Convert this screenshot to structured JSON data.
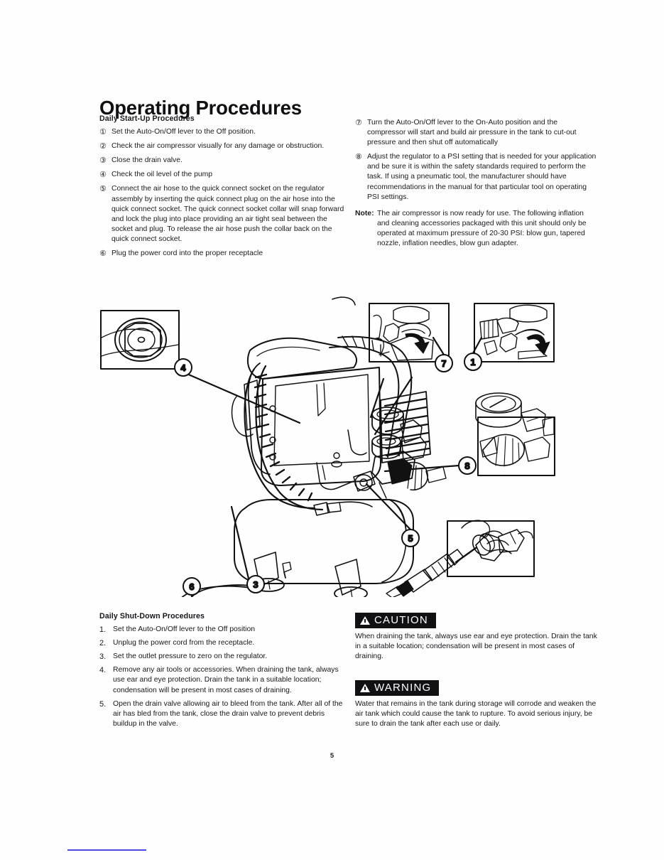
{
  "page": {
    "title": "Operating Procedures",
    "number": "5"
  },
  "startup": {
    "heading": "Daily Start-Up Procedures",
    "items": [
      {
        "marker": "①",
        "text": "Set the Auto-On/Off lever to the Off position."
      },
      {
        "marker": "②",
        "text": "Check the air compressor visually for any damage or obstruction."
      },
      {
        "marker": "③",
        "text": "Close the drain valve."
      },
      {
        "marker": "④",
        "text": "Check the oil level of the pump"
      },
      {
        "marker": "⑤",
        "text": "Connect the air hose to the quick connect socket on the regulator assembly by inserting the quick connect plug on the air hose into the quick connect socket. The quick connect socket collar will snap forward and lock the plug into place providing an air tight seal between the socket and plug. To release the air hose push the collar back on the quick connect socket."
      },
      {
        "marker": "⑥",
        "text": "Plug the power cord into the proper receptacle"
      }
    ]
  },
  "startup_right": {
    "items": [
      {
        "marker": "⑦",
        "text": "Turn the Auto-On/Off lever to the On-Auto position and the compressor will start and build air pressure in the tank to cut-out pressure and then shut off automatically"
      },
      {
        "marker": "⑧",
        "text": "Adjust the regulator to a PSI setting that is needed for your application and be sure it is within the safety standards required to perform the task. If using a pneumatic tool, the manufacturer should have recommendations in the manual for that particular tool on operating PSI settings."
      }
    ],
    "note_label": "Note:",
    "note_text": "The air compressor is now ready for use. The following inflation and cleaning accessories packaged with this unit should only be operated at maximum pressure of 20-30 PSI: blow gun, tapered nozzle, inflation needles, blow gun adapter."
  },
  "shutdown": {
    "heading": "Daily Shut-Down Procedures",
    "items": [
      {
        "marker": "1.",
        "text": "Set the Auto-On/Off lever to the Off position"
      },
      {
        "marker": "2.",
        "text": "Unplug the power cord from the receptacle."
      },
      {
        "marker": "3.",
        "text": "Set the outlet pressure to zero on the regulator."
      },
      {
        "marker": "4.",
        "text": "Remove any air tools or accessories. When draining the tank, always use ear and eye protection. Drain the tank in a suitable location; condensation will be present in most cases of draining."
      },
      {
        "marker": "5.",
        "text": "Open the drain valve allowing air to bleed from the tank. After all of the air has bled from the tank, close the drain valve to prevent debris buildup in the valve."
      }
    ]
  },
  "caution": {
    "banner": "CAUTION",
    "text": "When draining the tank, always use ear and eye protection. Drain the tank in a suitable location; condensation will be present in most cases of draining."
  },
  "warning": {
    "banner": "WARNING",
    "text": "Water that remains in the tank during storage will corrode and weaken the air tank which could cause the tank to rupture. To avoid serious injury, be sure to drain the tank after each use or daily."
  },
  "figure": {
    "callouts": [
      {
        "id": "1",
        "label": "1"
      },
      {
        "id": "3",
        "label": "3"
      },
      {
        "id": "4",
        "label": "4"
      },
      {
        "id": "5-outlet",
        "label": "6"
      },
      {
        "id": "5-coupler",
        "label": "5"
      },
      {
        "id": "7",
        "label": "7"
      },
      {
        "id": "8",
        "label": "8"
      }
    ]
  },
  "colors": {
    "ink": "#17171a",
    "banner_bg": "#111114",
    "banner_fg": "#ffffff",
    "scan_artifact": "#4b46e8"
  }
}
